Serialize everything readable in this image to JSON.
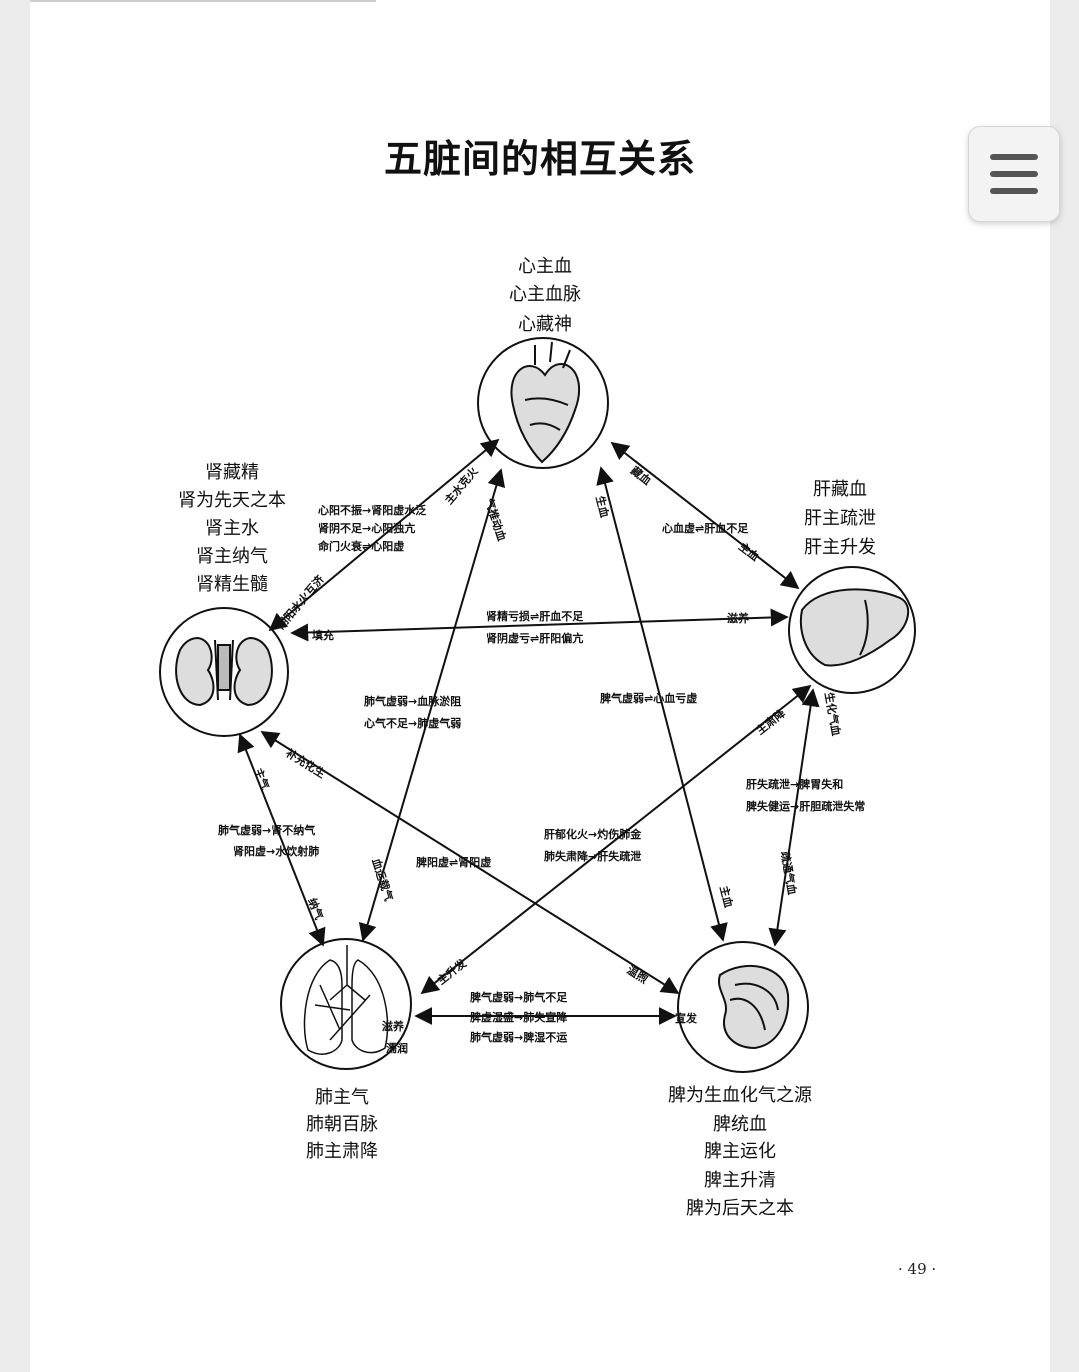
{
  "title": "五脏间的相互关系",
  "page_number": "· 49 ·",
  "organs": {
    "heart": {
      "lines": [
        "心主血",
        "心主血脉",
        "心藏神"
      ]
    },
    "liver": {
      "lines": [
        "肝藏血",
        "肝主疏泄",
        "肝主升发"
      ]
    },
    "kidney": {
      "lines": [
        "肾藏精",
        "肾为先天之本",
        "肾主水",
        "肾主纳气",
        "肾精生髓"
      ]
    },
    "lung": {
      "lines": [
        "肺主气",
        "肺朝百脉",
        "肺主肃降"
      ]
    },
    "spleen": {
      "lines": [
        "脾为生血化气之源",
        "脾统血",
        "脾主运化",
        "脾主升清",
        "脾为后天之本"
      ]
    }
  },
  "relations": {
    "heart_liver": [
      "心血虚⇌肝血不足"
    ],
    "heart_liver_arrow_top": "藏血",
    "heart_liver_arrow_bottom": "主血",
    "heart_kidney": [
      "心阳不振→肾阳虚水泛",
      "肾阴不足→心阳独亢",
      "命门火衰⇌心阳虚"
    ],
    "heart_kidney_arrow_top": "主水克火",
    "heart_kidney_arrow_bottom": "阴阳水火互济",
    "kidney_liver": [
      "肾精亏损⇌肝血不足",
      "肾阴虚亏⇌肝阳偏亢"
    ],
    "kidney_liver_left": "填充",
    "kidney_liver_right": "滋养",
    "heart_lung": [
      "肺气虚弱→血脉淤阻",
      "心气不足→肺虚气弱"
    ],
    "heart_lung_arrow_top": "气推动血",
    "heart_lung_arrow_bottom": "血运载气",
    "heart_spleen": [
      "脾气虚弱⇌心血亏虚"
    ],
    "heart_spleen_arrow_top": "生血",
    "heart_spleen_arrow_bottom": "主血",
    "liver_spleen": [
      "肝失疏泄→脾胃失和",
      "脾失健运→肝胆疏泄失常"
    ],
    "liver_spleen_arrow_top": "生化气血",
    "liver_spleen_arrow_bottom": "疏通气血",
    "kidney_lung": [
      "肺气虚弱→肾不纳气",
      "肾阳虚→水饮射肺"
    ],
    "kidney_lung_arrow_top": "主气",
    "kidney_lung_arrow_bottom": "纳气",
    "kidney_spleen": [
      "脾阳虚⇌肾阳虚"
    ],
    "kidney_spleen_arrow_top": "补充化生",
    "kidney_spleen_arrow_bottom": "温煦",
    "liver_lung": [
      "肝郁化火→灼伤肺金",
      "肺失肃降→肝失疏泄"
    ],
    "liver_lung_arrow_top": "主肃降",
    "liver_lung_arrow_bottom": "主升发",
    "lung_spleen": [
      "脾气虚弱→肺气不足",
      "脾虚湿盛→肺失宣降",
      "肺气虚弱→脾湿不运"
    ],
    "lung_spleen_left": "滋养",
    "lung_spleen_left2": "濡润",
    "lung_spleen_right": "宣发"
  },
  "colors": {
    "ink": "#111111",
    "paper": "#ffffff",
    "background": "#ebebeb"
  }
}
